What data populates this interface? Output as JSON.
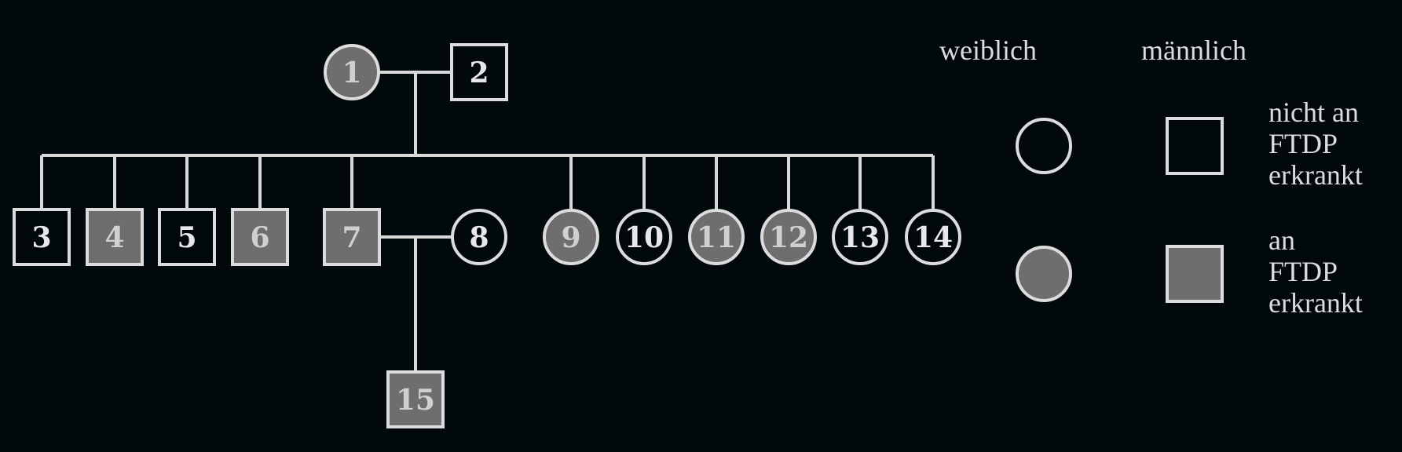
{
  "colors": {
    "background": "#02090d",
    "line": "#d9d9d9",
    "affected_fill": "#6e6e6e",
    "unaffected_fill": "#02090d"
  },
  "individuals": [
    {
      "id": "1",
      "sex": "female",
      "affected": true
    },
    {
      "id": "2",
      "sex": "male",
      "affected": false
    },
    {
      "id": "3",
      "sex": "male",
      "affected": false
    },
    {
      "id": "4",
      "sex": "male",
      "affected": true
    },
    {
      "id": "5",
      "sex": "male",
      "affected": false
    },
    {
      "id": "6",
      "sex": "male",
      "affected": true
    },
    {
      "id": "7",
      "sex": "male",
      "affected": true
    },
    {
      "id": "8",
      "sex": "female",
      "affected": false
    },
    {
      "id": "9",
      "sex": "female",
      "affected": true
    },
    {
      "id": "10",
      "sex": "female",
      "affected": false
    },
    {
      "id": "11",
      "sex": "female",
      "affected": true
    },
    {
      "id": "12",
      "sex": "female",
      "affected": true
    },
    {
      "id": "13",
      "sex": "female",
      "affected": false
    },
    {
      "id": "14",
      "sex": "female",
      "affected": false
    },
    {
      "id": "15",
      "sex": "male",
      "affected": true
    }
  ],
  "couples": [
    {
      "partners": [
        "1",
        "2"
      ],
      "children": [
        "3",
        "4",
        "5",
        "6",
        "7",
        "9",
        "10",
        "11",
        "12",
        "13",
        "14"
      ]
    },
    {
      "partners": [
        "7",
        "8"
      ],
      "children": [
        "15"
      ]
    }
  ],
  "legend": {
    "female_header": "weiblich",
    "male_header": "männlich",
    "unaffected_label": [
      "nicht an",
      "FTDP",
      "erkrankt"
    ],
    "affected_label": [
      "an",
      "FTDP",
      "erkrankt"
    ]
  }
}
